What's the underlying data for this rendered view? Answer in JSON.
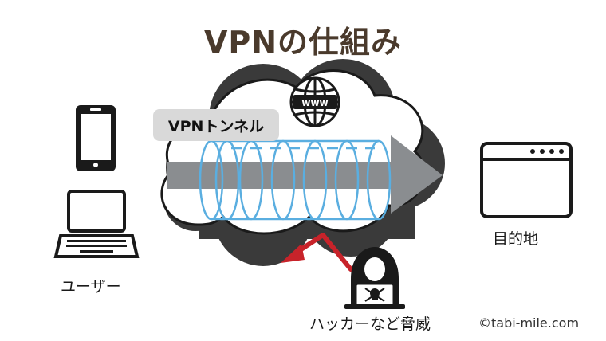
{
  "title": "VPNの仕組み",
  "tunnel_label": "VPNトンネル",
  "nodes": {
    "user": "ユーザー",
    "destination": "目的地",
    "threat": "ハッカーなど脅威"
  },
  "globe_text": "www",
  "copyright": "©tabi-mile.com",
  "colors": {
    "title": "#4a3a2c",
    "tunnel_blue": "#5aaee0",
    "arrow_gray": "#8a8d90",
    "threat_red": "#c8232a",
    "cloud_shadow": "#3a3a3a",
    "label_bg": "#d9d9d9"
  }
}
